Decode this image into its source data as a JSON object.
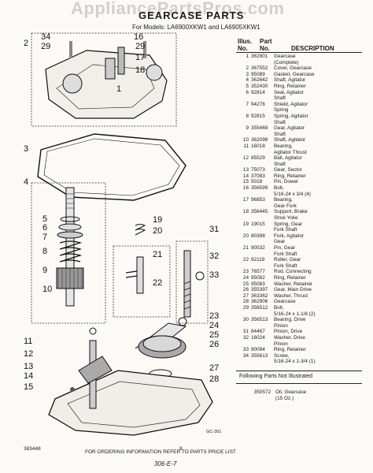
{
  "watermark": "AppliancePartsPros.com",
  "header": {
    "title": "GEARCASE PARTS",
    "subtitle": "For Models: LA6900XKW1 and LA6905XKW1"
  },
  "callouts": [
    "2",
    "34",
    "29",
    "16",
    "29",
    "17",
    "18",
    "1",
    "3",
    "4",
    "5",
    "6",
    "7",
    "8",
    "9",
    "10",
    "19",
    "20",
    "21",
    "22",
    "31",
    "32",
    "33",
    "23",
    "24",
    "25",
    "26",
    "11",
    "12",
    "13",
    "14",
    "15",
    "27",
    "28"
  ],
  "table": {
    "col_illus": "Illus.\nNo.",
    "col_part": "Part\nNo.",
    "col_desc": "DESCRIPTION",
    "rows": [
      {
        "n": "1",
        "p": "362901",
        "d": "Gearcase\n(Complete)"
      },
      {
        "n": "2",
        "p": "367552",
        "d": "Cover, Gearcase"
      },
      {
        "n": "3",
        "p": "95089",
        "d": "Gasket, Gearcase"
      },
      {
        "n": "4",
        "p": "362642",
        "d": "Shaft, Agitator"
      },
      {
        "n": "5",
        "p": "352430",
        "d": "Ring, Retainer"
      },
      {
        "n": "6",
        "p": "92814",
        "d": "Seal, Agitator\nShaft"
      },
      {
        "n": "7",
        "p": "94276",
        "d": "Shield, Agitator\nSpring"
      },
      {
        "n": "8",
        "p": "92815",
        "d": "Spring, Agitator\nShaft"
      },
      {
        "n": "9",
        "p": "355469",
        "d": "Gear, Agitator\nShaft"
      },
      {
        "n": "10",
        "p": "362098",
        "d": "Shaft, Agitator"
      },
      {
        "n": "11",
        "p": "16018",
        "d": "Bearing,\nAgitator Thrust"
      },
      {
        "n": "12",
        "p": "85529",
        "d": "Ball, Agitator\nShaft"
      },
      {
        "n": "13",
        "p": "75073",
        "d": "Gear, Sector"
      },
      {
        "n": "14",
        "p": "37083",
        "d": "Ring, Retainer"
      },
      {
        "n": "15",
        "p": "5018",
        "d": "Pin, Dowel"
      },
      {
        "n": "16",
        "p": "356599",
        "d": "Bolt,\n5/16-24 x 3/4 (4)"
      },
      {
        "n": "17",
        "p": "96853",
        "d": "Bearing,\nGear Fork"
      },
      {
        "n": "18",
        "p": "356445",
        "d": "Support, Brake\nShoe Yoke"
      },
      {
        "n": "19",
        "p": "19015",
        "d": "Spring, Gear\nFork Shaft"
      },
      {
        "n": "20",
        "p": "80398",
        "d": "Fork, Agitator\nGear"
      },
      {
        "n": "21",
        "p": "90532",
        "d": "Pin, Gear\nFork Shaft"
      },
      {
        "n": "22",
        "p": "92119",
        "d": "Roller, Gear\nFork Shaft"
      },
      {
        "n": "23",
        "p": "76577",
        "d": "Rod, Connecting"
      },
      {
        "n": "24",
        "p": "95082",
        "d": "Ring, Retainer"
      },
      {
        "n": "25",
        "p": "95083",
        "d": "Washer, Retainer"
      },
      {
        "n": "26",
        "p": "355397",
        "d": "Gear, Main Drive"
      },
      {
        "n": "27",
        "p": "363362",
        "d": "Washer, Thrust"
      },
      {
        "n": "28",
        "p": "362906",
        "d": "Gearcase"
      },
      {
        "n": "29",
        "p": "356512",
        "d": "Bolt,\n5/16-24 x 1-1/8 (2)"
      },
      {
        "n": "30",
        "p": "356513",
        "d": "Bearing, Drive\nPinion"
      },
      {
        "n": "31",
        "p": "84467",
        "d": "Pinion, Drive"
      },
      {
        "n": "32",
        "p": "16024",
        "d": "Washer, Drive\nPinion"
      },
      {
        "n": "33",
        "p": "90094",
        "d": "Ring, Retainer"
      },
      {
        "n": "34",
        "p": "355613",
        "d": "Screw,\n5/16-24 x 1-3/4 (1)"
      }
    ]
  },
  "following": "Following Parts Not Illustrated",
  "oil": {
    "p": "350572",
    "d": "Oil, Gearcase\n(15 Oz.)"
  },
  "footer": {
    "ordering": "FOR ORDERING INFORMATION REFER TO PARTS PRICE LIST",
    "doc": "383448",
    "page": "8",
    "handwritten": "306-E-7",
    "code": "GC-301"
  }
}
